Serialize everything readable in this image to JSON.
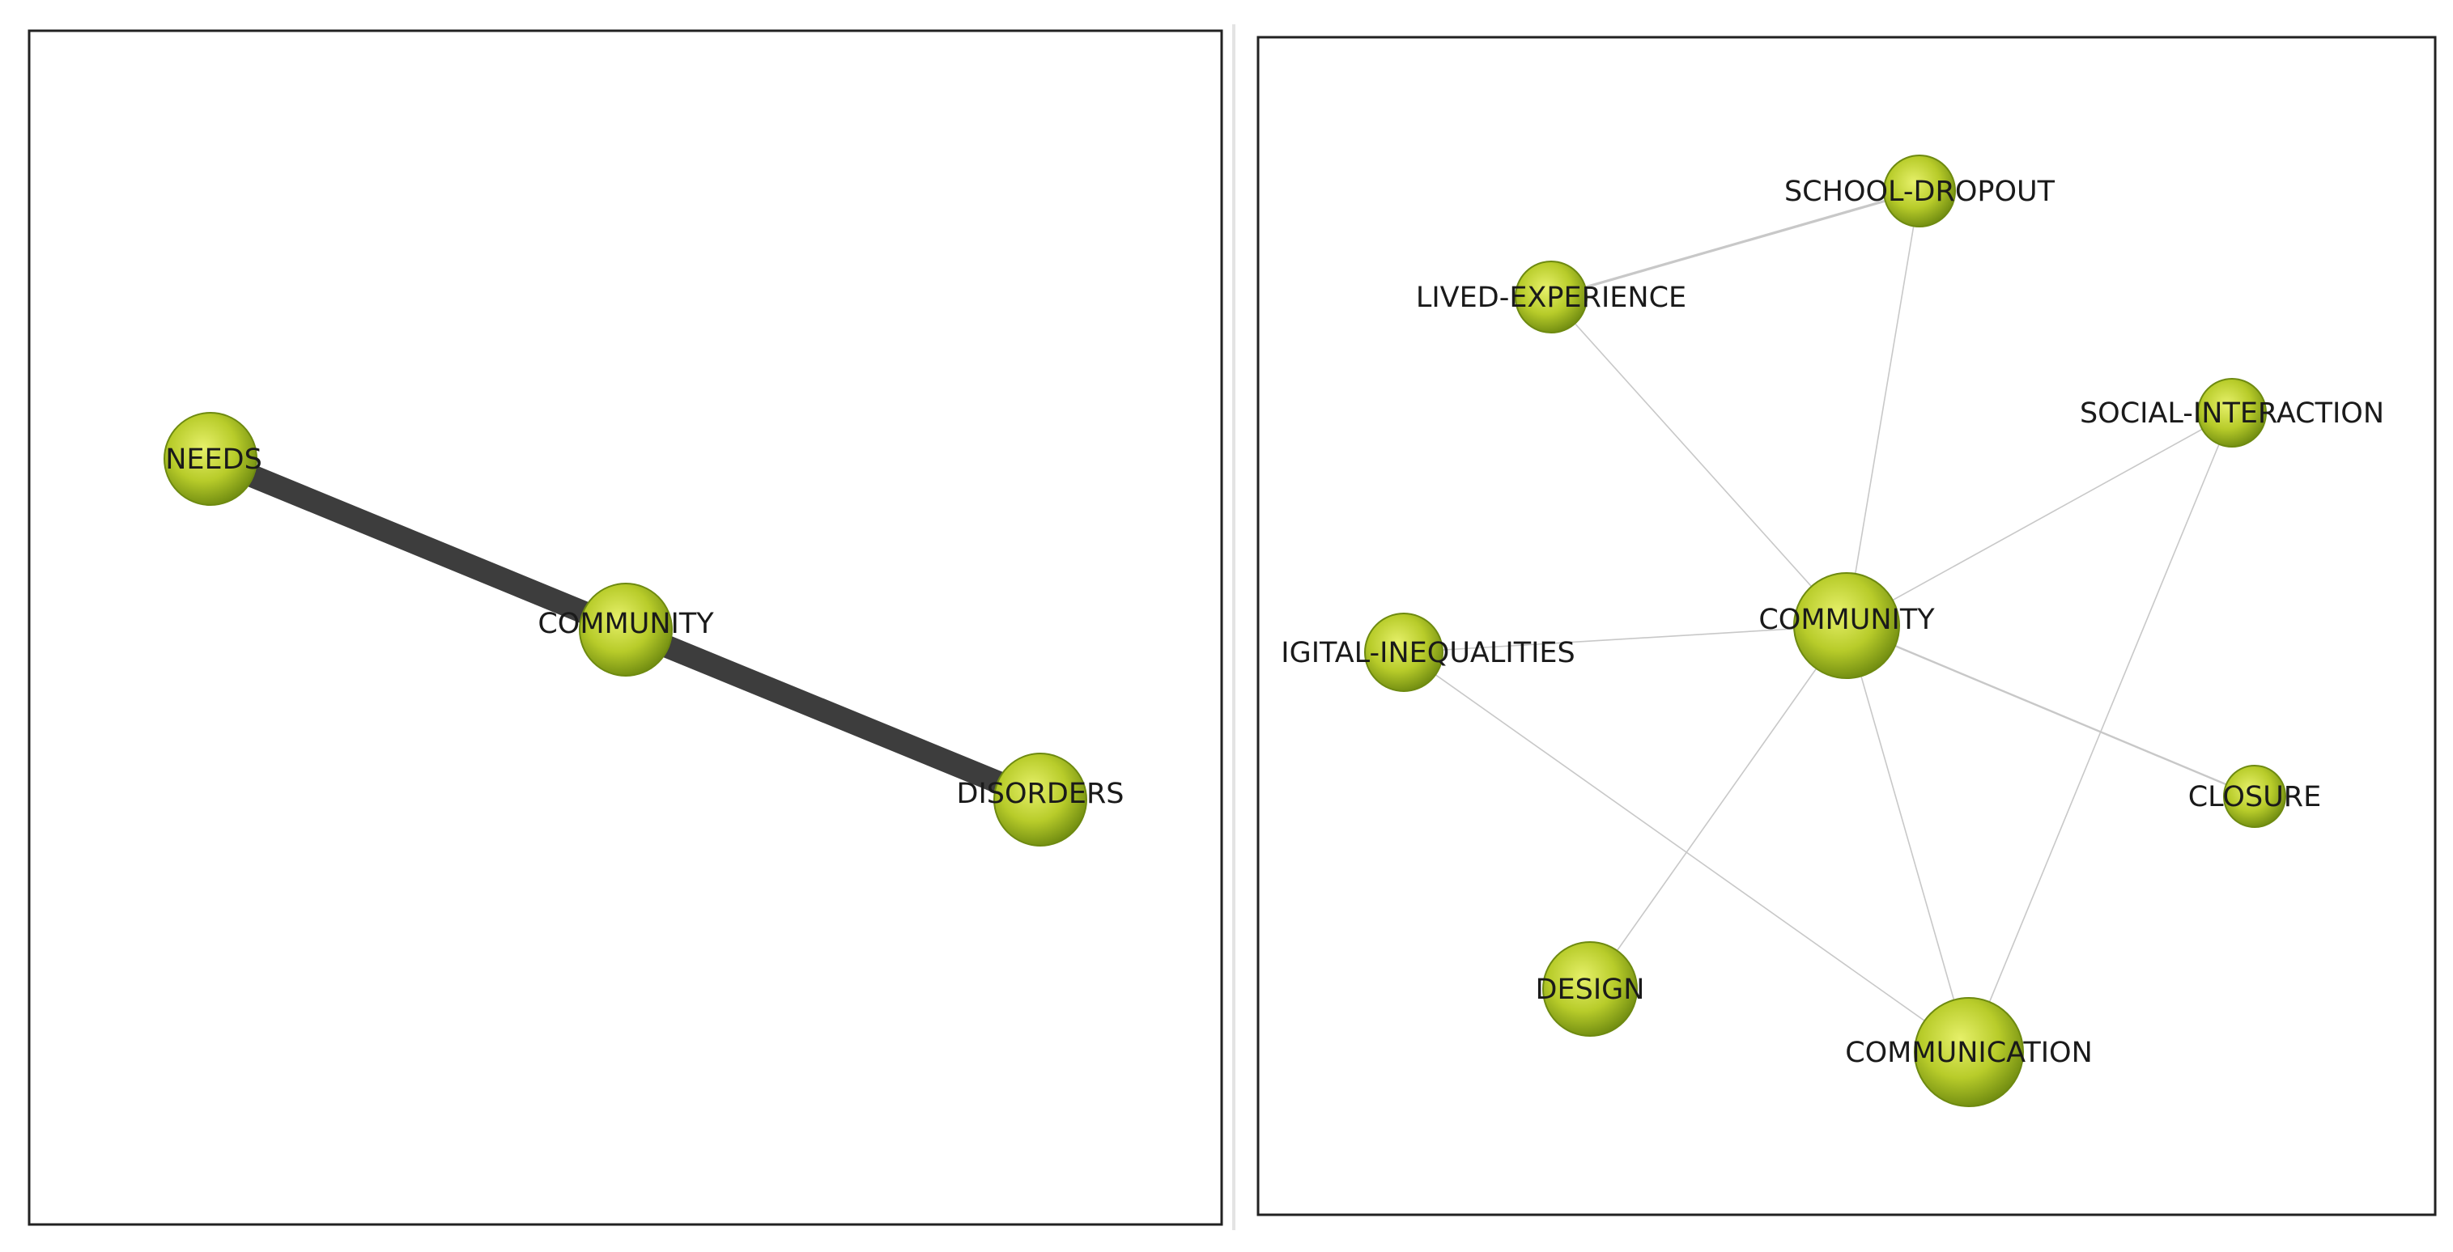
{
  "colors": {
    "node_fill_highlight": "#e6f06a",
    "node_fill_mid": "#b8cc2a",
    "node_fill_edge": "#6e8a10",
    "panel_border": "#222222",
    "strong_edge": "#3d3d3d",
    "weak_edge": "#c8c8c8",
    "label": "#1a1a1a"
  },
  "panels": [
    {
      "nodes": [
        {
          "id": "needs",
          "label": "NEEDS"
        },
        {
          "id": "community",
          "label": "COMMUNITY"
        },
        {
          "id": "disorders",
          "label": "DISORDERS"
        }
      ],
      "edges": [
        {
          "source": "needs",
          "target": "community",
          "weight": 10
        },
        {
          "source": "community",
          "target": "disorders",
          "weight": 10
        }
      ]
    },
    {
      "nodes": [
        {
          "id": "school-dropout",
          "label": "SCHOOL-DROPOUT"
        },
        {
          "id": "lived-experience",
          "label": "LIVED-EXPERIENCE"
        },
        {
          "id": "social-interaction",
          "label": "SOCIAL-INTERACTION"
        },
        {
          "id": "community",
          "label": "COMMUNITY"
        },
        {
          "id": "digital-inequalities",
          "label": "IGITAL-INEQUALITIES"
        },
        {
          "id": "closure",
          "label": "CLOSURE"
        },
        {
          "id": "design",
          "label": "DESIGN"
        },
        {
          "id": "communication",
          "label": "COMMUNICATION"
        }
      ],
      "edges": [
        {
          "source": "lived-experience",
          "target": "school-dropout",
          "weight": 2
        },
        {
          "source": "lived-experience",
          "target": "community",
          "weight": 1
        },
        {
          "source": "school-dropout",
          "target": "community",
          "weight": 1
        },
        {
          "source": "social-interaction",
          "target": "community",
          "weight": 1
        },
        {
          "source": "social-interaction",
          "target": "communication",
          "weight": 1
        },
        {
          "source": "digital-inequalities",
          "target": "community",
          "weight": 1
        },
        {
          "source": "digital-inequalities",
          "target": "communication",
          "weight": 1
        },
        {
          "source": "community",
          "target": "closure",
          "weight": 1.5
        },
        {
          "source": "community",
          "target": "design",
          "weight": 1
        },
        {
          "source": "community",
          "target": "communication",
          "weight": 1
        }
      ]
    }
  ]
}
